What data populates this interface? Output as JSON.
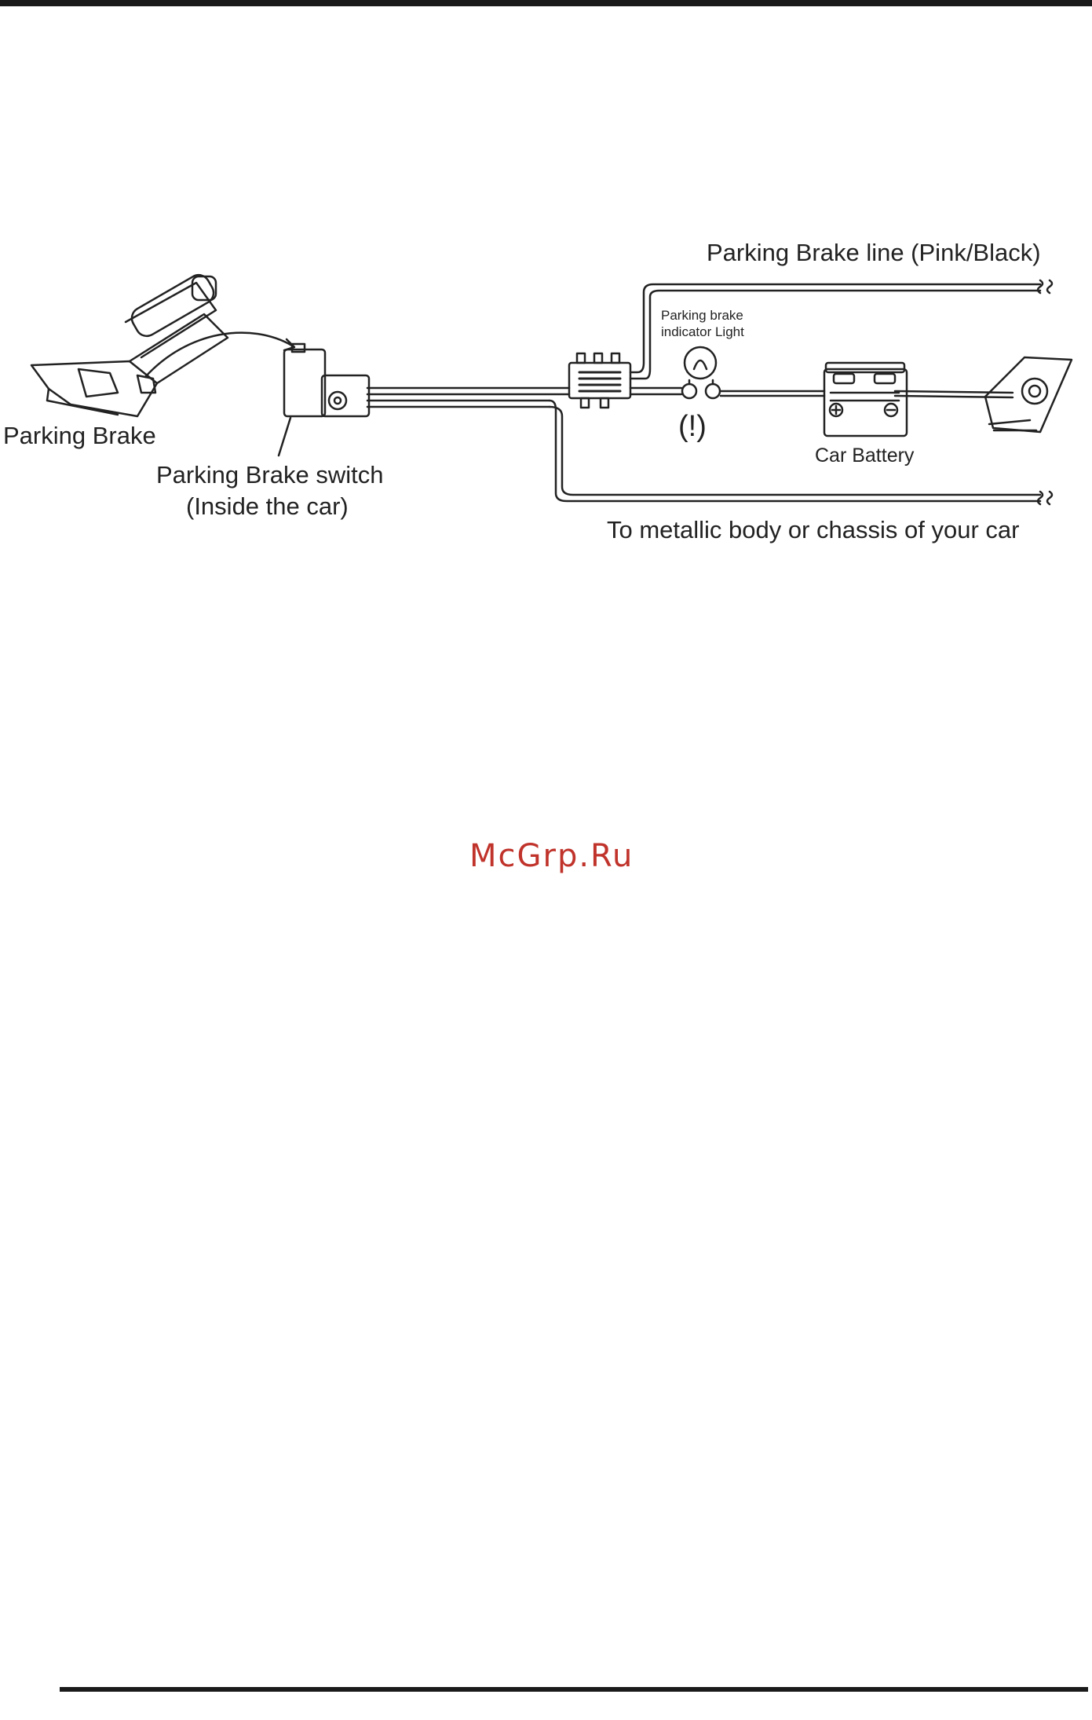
{
  "diagram": {
    "labels": {
      "parking_brake": "Parking Brake",
      "switch_line1": "Parking Brake switch",
      "switch_line2": "(Inside the car)",
      "pb_line": "Parking Brake line (Pink/Black)",
      "indicator_line1": "Parking brake",
      "indicator_line2": "indicator Light",
      "battery": "Car Battery",
      "ground": "To metallic body or chassis of your car",
      "indicator_symbol": "(!)"
    },
    "icons": [
      "handbrake-lever-icon",
      "brake-switch-icon",
      "wire-connector-icon",
      "indicator-bulb-icon",
      "car-battery-icon",
      "chassis-ground-icon"
    ]
  },
  "watermark": "McGrp.Ru",
  "colors": {
    "ink": "#222222",
    "watermark": "#c0332b"
  }
}
